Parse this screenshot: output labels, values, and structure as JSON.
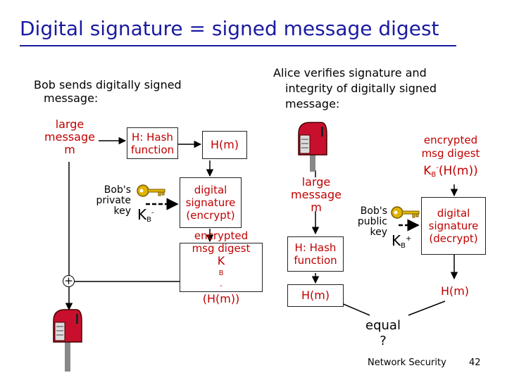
{
  "title": "Digital signature = signed message digest",
  "left": {
    "heading_1": "Bob sends digitally signed",
    "heading_2": "message:",
    "message_1": "large",
    "message_2": "message",
    "message_3": "m",
    "hash_1": "H: Hash",
    "hash_2": "function",
    "hash_out": "H(m)",
    "key_label_1": "Bob's",
    "key_label_2": "private",
    "key_label_3": "key",
    "key_symbol": "K",
    "key_sub": "B",
    "key_sup": "-",
    "sign_1": "digital",
    "sign_2": "signature",
    "sign_3": "(encrypt)",
    "enc_1": "encrypted",
    "enc_2": "msg digest",
    "enc_k": "K",
    "enc_sub": "B",
    "enc_sup": "-",
    "enc_tail": "(H(m))",
    "plus": "+"
  },
  "right": {
    "heading_1": "Alice verifies signature and",
    "heading_2": "integrity of digitally signed",
    "heading_3": "message:",
    "enc_1": "encrypted",
    "enc_2": "msg digest",
    "enc_k": "K",
    "enc_sub": "B",
    "enc_sup": "-",
    "enc_tail": "(H(m))",
    "message_1": "large",
    "message_2": "message",
    "message_3": "m",
    "hash_1": "H: Hash",
    "hash_2": "function",
    "hash_out": "H(m)",
    "key_label_1": "Bob's",
    "key_label_2": "public",
    "key_label_3": "key",
    "key_symbol": "K",
    "key_sub": "B",
    "key_sup": "+",
    "verify_1": "digital",
    "verify_2": "signature",
    "verify_3": "(decrypt)",
    "verify_out": "H(m)",
    "equal_1": "equal",
    "equal_2": "?"
  },
  "footer": {
    "course": "Network Security",
    "page": "42"
  },
  "colors": {
    "title": "#1a1aa0",
    "box_text": "#c00000",
    "mailbox": "#c8102e",
    "key": "#e0b400"
  }
}
